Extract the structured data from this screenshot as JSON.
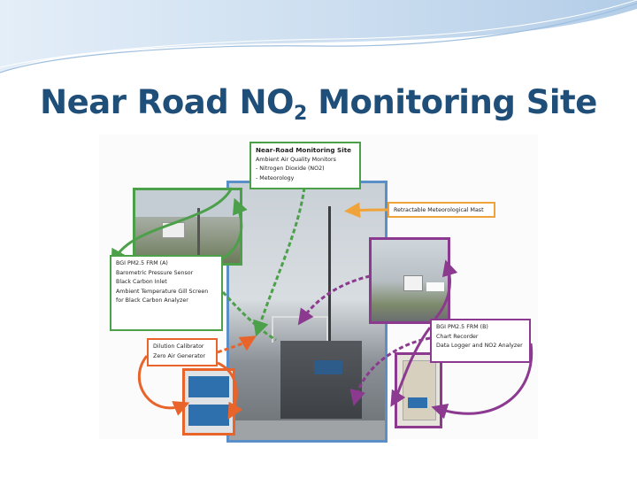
{
  "slide": {
    "title_main": "Near Road NO",
    "title_sub": "2",
    "title_tail": " Monitoring Site"
  },
  "figure": {
    "top_box": {
      "heading": "Near-Road Monitoring Site",
      "lines": [
        "Ambient Air Quality Monitors",
        "- Nitrogen Dioxide (NO2)",
        "- Meteorology"
      ]
    },
    "mast_label": "Retractable Meteorological Mast",
    "left_box": {
      "lines": [
        "BGI PM2.5 FRM (A)",
        "Barometric Pressure Sensor",
        "Black Carbon Inlet",
        "Ambient Temperature Gill Screen",
        "for Black Carbon Analyzer"
      ]
    },
    "left_box_2": {
      "lines": [
        "Dilution Calibrator",
        "Zero Air Generator"
      ]
    },
    "right_box": {
      "lines": [
        "BGI PM2.5 FRM (B)",
        "Chart Recorder",
        "Data Logger and NO2 Analyzer"
      ]
    }
  },
  "colors": {
    "title": "#1f4e79",
    "green": "#4da04a",
    "orange": "#e9642b",
    "amber": "#f0a33b",
    "purple": "#8b3a8f"
  }
}
